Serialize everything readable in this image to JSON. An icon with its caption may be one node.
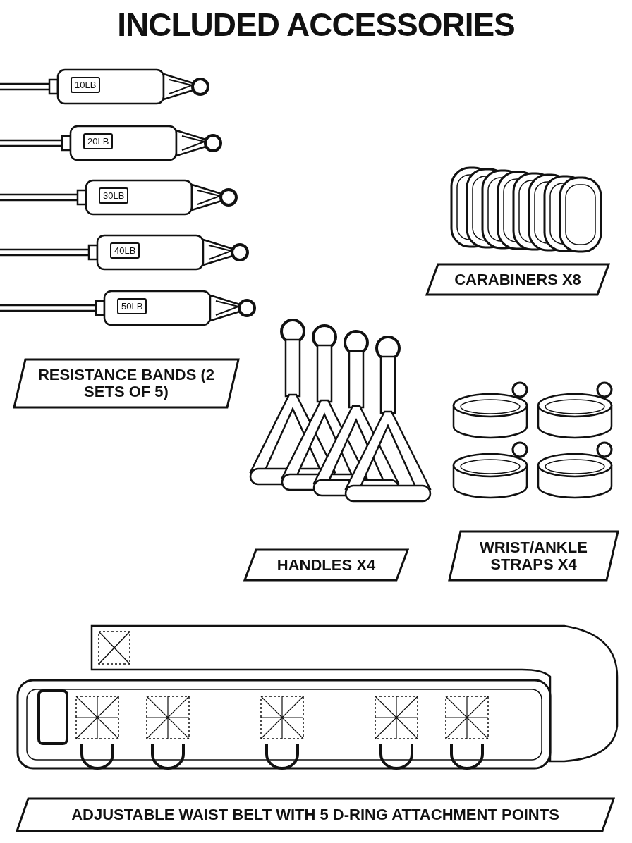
{
  "diagram": {
    "title": "INCLUDED ACCESSORIES",
    "nodes": [
      {
        "text": [
          "CARABINERS X8"
        ]
      },
      {
        "text": [
          "RESISTANCE BANDS (2 SETS OF 5)"
        ]
      },
      {
        "text": [
          "WRIST/ANKLE STRAPS X4"
        ]
      },
      {
        "text": [
          "HANDLES X4"
        ]
      },
      {
        "text": [
          "ADJUSTABLE WAIST BELT WITH 5 D-RING ATTACHMENT POINTS"
        ]
      }
    ],
    "edges": [],
    "labels": [
      "10LB",
      "20LB",
      "30LB",
      "40LB",
      "50LB"
    ]
  }
}
